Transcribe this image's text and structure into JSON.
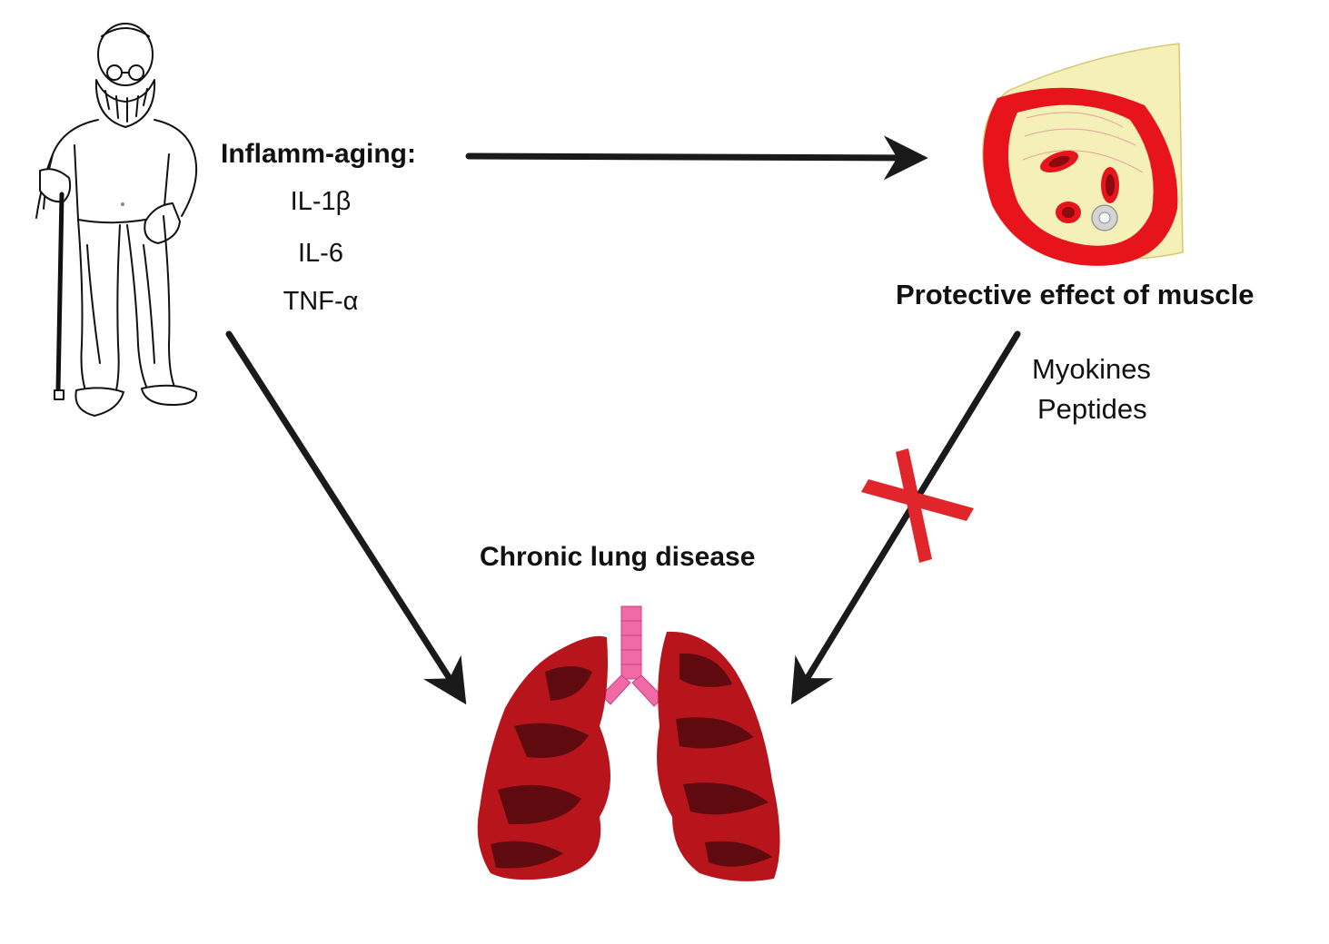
{
  "labels": {
    "inflamm_aging": "Inflamm-aging:",
    "cytokines": [
      "IL-1β",
      "IL-6",
      "TNF-α"
    ],
    "protective_effect": "Protective effect of muscle",
    "myokines": "Myokines",
    "peptides": "Peptides",
    "chronic_lung_disease": "Chronic lung disease"
  },
  "colors": {
    "arrow": "#1a1a1a",
    "inhibition_cross": "#e0262a",
    "muscle_red": "#e8141c",
    "muscle_dark": "#8a0a10",
    "fascia_cream": "#f5efb8",
    "lung_red": "#b8141c",
    "lung_dark": "#5e0a0e",
    "trachea_pink": "#f06aa6"
  },
  "icons": {
    "elderly_person": "elderly-man-with-cane-icon",
    "muscle": "muscle-cross-section-icon",
    "lungs": "lungs-icon",
    "inhibition": "red-x-inhibition-icon"
  }
}
